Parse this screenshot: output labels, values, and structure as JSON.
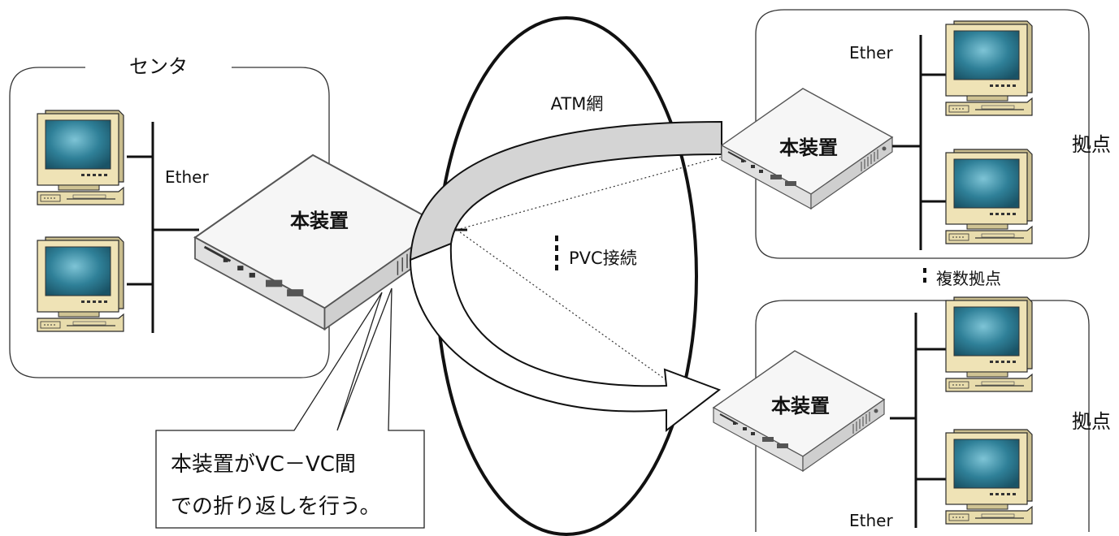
{
  "center": {
    "title": "センタ",
    "ether": "Ether",
    "device": "本装置"
  },
  "network": {
    "title": "ATM網",
    "pvc": "PVC接続"
  },
  "site_top": {
    "ether": "Ether",
    "device": "本装置",
    "label": "拠点"
  },
  "site_bottom": {
    "ether": "Ether",
    "device": "本装置",
    "label": "拠点"
  },
  "multi_sites": "複数拠点",
  "callout": {
    "line1": "本装置がVC－VC間",
    "line2": "での折り返しを行う。"
  },
  "colors": {
    "screen": "#2e7f97",
    "monitor_body": "#ece0b2",
    "device_body": "#f4f4f4",
    "arrow_fill": "#d6d6d6"
  }
}
